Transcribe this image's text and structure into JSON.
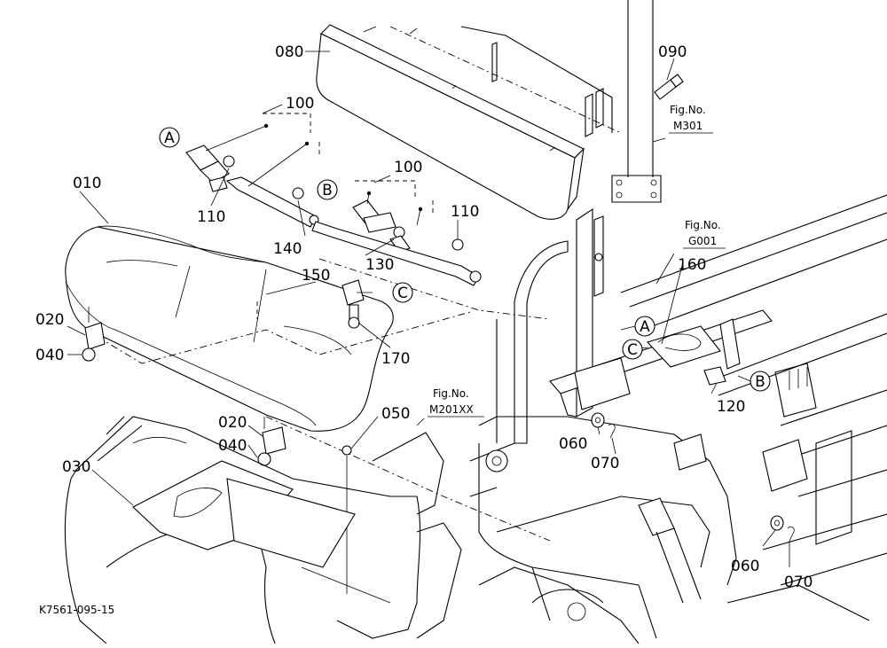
{
  "part_labels": {
    "p080": "080",
    "p090": "090",
    "p100a": "100",
    "p100b": "100",
    "p010": "010",
    "p110a": "110",
    "p110b": "110",
    "p140": "140",
    "p130": "130",
    "p150": "150",
    "p160": "160",
    "p170": "170",
    "p020a": "020",
    "p020b": "020",
    "p040a": "040",
    "p040b": "040",
    "p030": "030",
    "p050": "050",
    "p060a": "060",
    "p060b": "060",
    "p070a": "070",
    "p070b": "070",
    "p120": "120"
  },
  "callouts": {
    "a1": "A",
    "b1": "B",
    "c1": "C",
    "a2": "A",
    "c2": "C",
    "b2": "B"
  },
  "figure_refs": {
    "m301": {
      "line1": "Fig.No.",
      "line2": "M301"
    },
    "g001": {
      "line1": "Fig.No.",
      "line2": "G001"
    },
    "m201xx": {
      "line1": "Fig.No.",
      "line2": "M201XX"
    }
  },
  "sheet_id": "K7561-095-15",
  "colors": {
    "ink": "#000000",
    "paper": "#ffffff"
  }
}
